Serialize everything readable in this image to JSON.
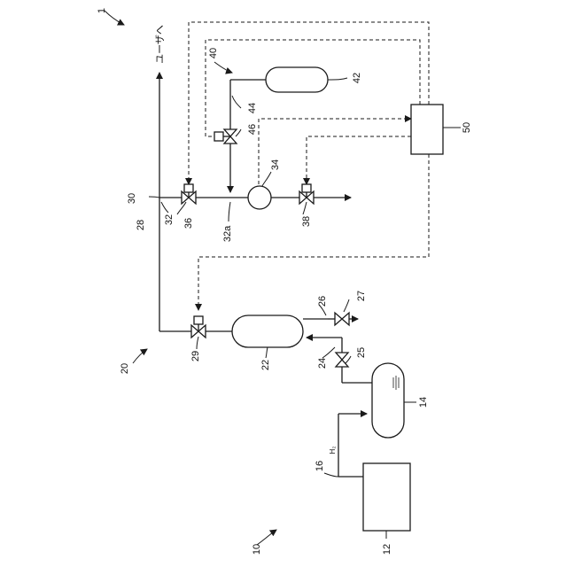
{
  "labels": {
    "n1": "1",
    "n10": "10",
    "n12": "12",
    "n14": "14",
    "n16": "16",
    "h2": "H₂",
    "n20": "20",
    "n22": "22",
    "n24": "24",
    "n25": "25",
    "n26": "26",
    "n27": "27",
    "n28": "28",
    "n29": "29",
    "n30": "30",
    "n32": "32",
    "n32a": "32a",
    "n34": "34",
    "n36": "36",
    "n38": "38",
    "n40": "40",
    "n42": "42",
    "n44": "44",
    "n46": "46",
    "n50": "50",
    "user": "ユーザへ"
  }
}
